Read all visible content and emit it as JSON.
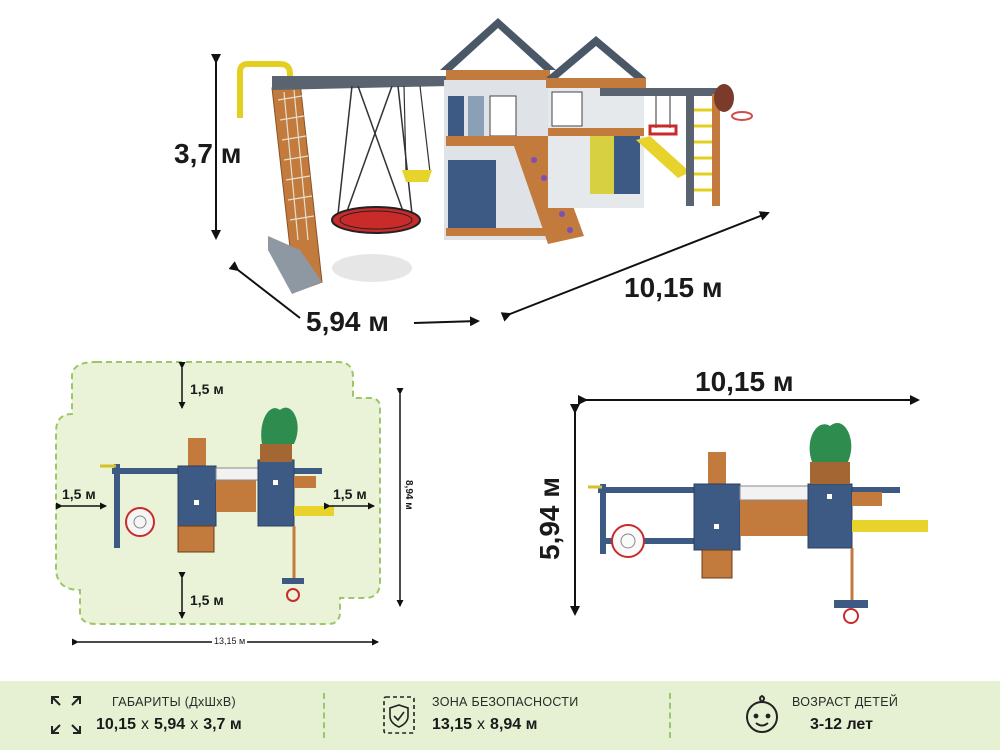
{
  "main_view": {
    "height_label": "3,7 м",
    "depth_label": "5,94 м",
    "length_label": "10,15 м"
  },
  "safety_plan": {
    "top_label": "1,5 м",
    "bottom_label": "1,5 м",
    "left_label": "1,5 м",
    "right_label": "1,5 м",
    "total_length_label": "13,15 м",
    "total_width_label": "8,94 м"
  },
  "top_plan": {
    "length_label": "10,15 м",
    "width_label": "5,94 м"
  },
  "footer": {
    "dimensions": {
      "title": "ГАБАРИТЫ (ДхШхВ)",
      "l": "10,15",
      "w": "5,94",
      "h": "3,7 м",
      "sep": "х"
    },
    "safety": {
      "title": "ЗОНА БЕЗОПАСНОСТИ",
      "l": "13,15",
      "w": "8,94 м",
      "sep": "х"
    },
    "age": {
      "title": "ВОЗРАСТ ДЕТЕЙ",
      "value": "3-12 лет"
    }
  },
  "colors": {
    "wood": "#c27a3d",
    "roof": "#4a5766",
    "panel": "#3d5a85",
    "slide": "#e8d32c",
    "safety_zone": "#eaf3d7",
    "safety_border": "#9cc66a",
    "footer_bg": "#e6f1d3"
  }
}
